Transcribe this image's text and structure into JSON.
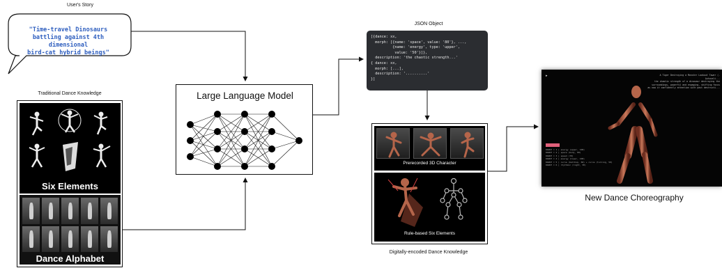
{
  "captions": {
    "users_story": "User's Story",
    "traditional": "Traditional Dance Knowledge",
    "json_object": "JSON Object",
    "digital": "Digitally-encoded Dance Knowledge",
    "new_dance": "New Dance Choreography"
  },
  "story": {
    "line1": "\"Time-travel Dinosaurs",
    "line2": "battling against 4th dimensional",
    "line3": "bird-cat hybrid beings\""
  },
  "llm": {
    "title": "Large Language Model"
  },
  "knowledge": {
    "six_elements": "Six Elements",
    "dance_alphabet": "Dance Alphabet"
  },
  "json_code": [
    "[{dance: xx,",
    "  morph: [{name: 'space', value: '80'}, ...,",
    "          {name: 'energy', type: 'upper',",
    "           value: '50'}]},",
    "  description: 'the chaotic strength...'",
    "{ dance: xx,",
    "  morph: [...],",
    "  description: '..........'",
    "}]"
  ],
  "digital": {
    "prerecorded": "Prerecorded 3D Character",
    "rule_based": "Rule-based Six Elements"
  },
  "screen": {
    "header": [
      "A Tiger Destroying a Monster Lookout Tower (-Autocali...",
      "the chaotic strength of a dinosaur destroying the",
      "surroundings, powerful and engaging, shifting focus",
      "as now it confidently attention with past destructi..."
    ],
    "log": [
      "DANCE = 1 | energy (upper, 100)",
      "DANCE = 2 | space (body, 80)",
      "DANCE = 3 | speed (70)",
      "DANCE = 4 | energy (lower, 100)",
      "DANCE = 5 | curve (ballhop, 60) + curve (turning, 50)",
      "DANCE = 6 | rhythmic (light, 30)"
    ]
  },
  "colors": {
    "story_text": "#2f5fbf",
    "json_bg": "#2b2d31",
    "json_key": "#e06c9f",
    "log_badge": "#e0607a",
    "figure_copper": "#b5654a"
  }
}
